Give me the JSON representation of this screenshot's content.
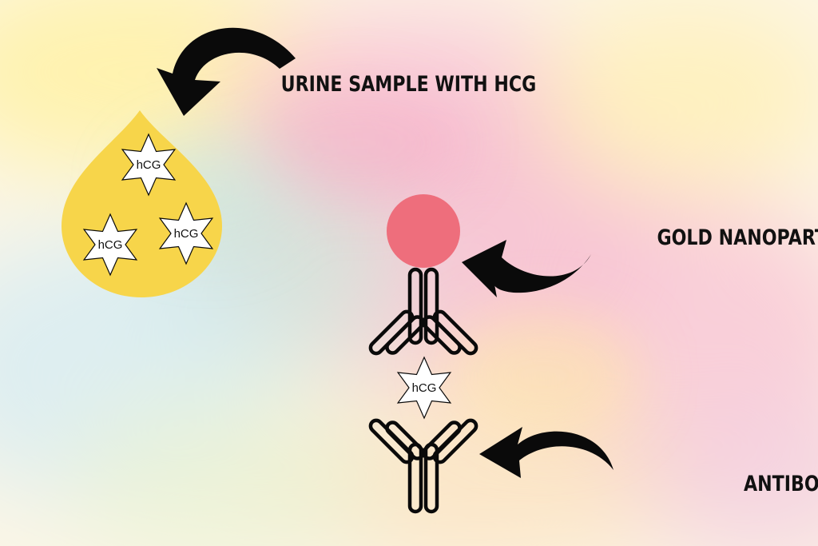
{
  "labels": {
    "urine_sample": "URINE SAMPLE WITH HCG",
    "gold_nanoparticle": "GOLD NANOPARTICLE",
    "antibody": "ANTIBODY"
  },
  "hcg_label": "hCG",
  "colors": {
    "droplet": "#f7d54a",
    "gold_nanoparticle": "#ee6e7c",
    "arrow": "#0a0a0a",
    "outline": "#0a0a0a",
    "star_fill": "#ffffff"
  }
}
